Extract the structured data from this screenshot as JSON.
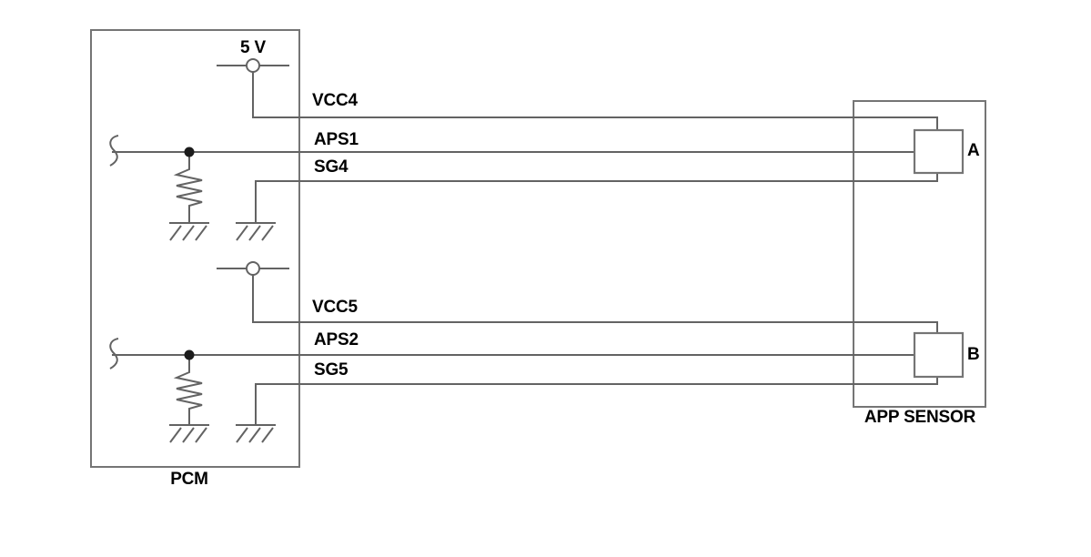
{
  "colors": {
    "wire": "#636363",
    "box": "#757575",
    "dot": "#1c1c1c",
    "text": "#000000",
    "background": "#ffffff"
  },
  "pcm": {
    "label": "PCM",
    "supply_label": "5 V"
  },
  "sensor": {
    "label": "APP SENSOR"
  },
  "channels": [
    {
      "vcc": "VCC4",
      "aps": "APS1",
      "sg": "SG4",
      "connector": "A"
    },
    {
      "vcc": "VCC5",
      "aps": "APS2",
      "sg": "SG5",
      "connector": "B"
    }
  ]
}
